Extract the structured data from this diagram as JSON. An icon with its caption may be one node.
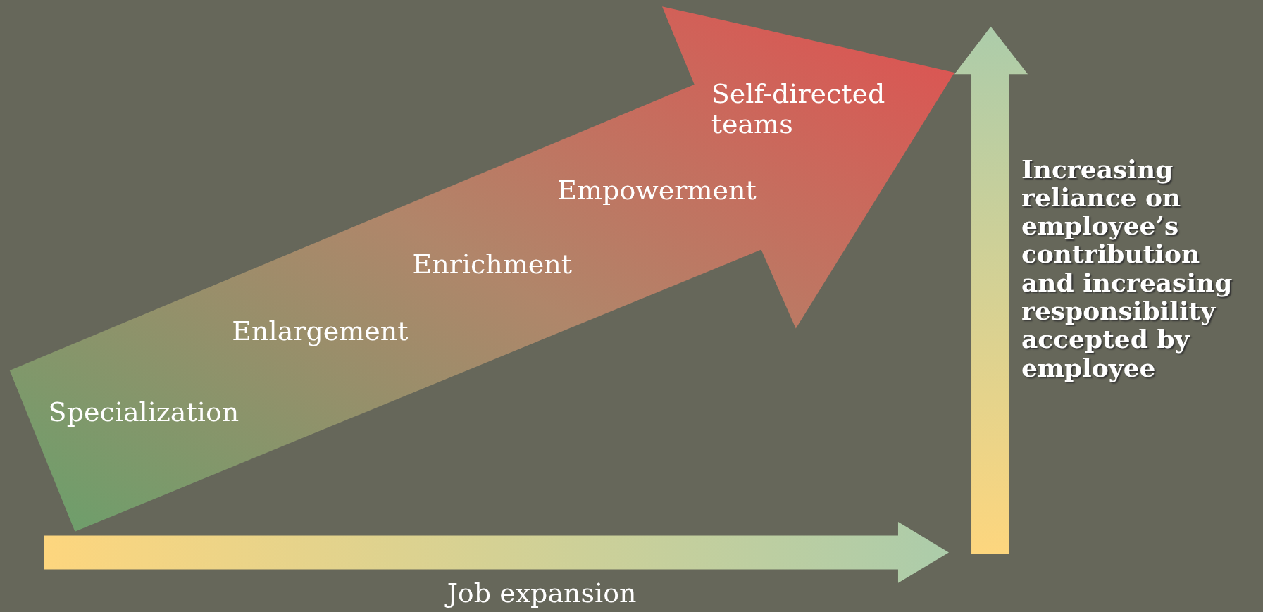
{
  "diagram": {
    "labels": [
      "Self-directed teams",
      "Empowerment",
      "Enrichment",
      "Enlargement",
      "Specialization",
      "Increasing reliance on employee’s contribution and increasing responsibility accepted by employee",
      "Job expansion"
    ]
  }
}
